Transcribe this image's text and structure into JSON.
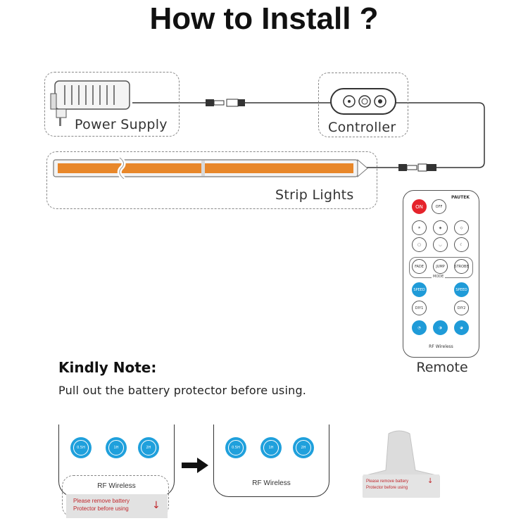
{
  "title": "How to Install ?",
  "labels": {
    "power_supply": "Power Supply",
    "controller": "Controller",
    "strip_lights": "Strip Lights",
    "remote": "Remote"
  },
  "remote": {
    "brand": "PAUTEK",
    "on": "ON",
    "off": "OFF",
    "fade": "FADE",
    "jump": "JUMP",
    "strobe": "STROBE",
    "mode": "MODE",
    "speed_up": "SPEED",
    "speed_down": "SPEED",
    "diy1": "DIY1",
    "diy2": "DIY2",
    "footer": "RF Wireless"
  },
  "note": {
    "title": "Kindly Note:",
    "body": "Pull out the battery protector before using."
  },
  "timers": [
    "0.5H",
    "1H",
    "2H"
  ],
  "card_label": "RF Wireless",
  "protector": {
    "line1": "Please remove battery",
    "line2": "Protector before using"
  },
  "colors": {
    "strip": "#e8872a",
    "blue": "#1f9bd8",
    "red": "#e5232b"
  }
}
